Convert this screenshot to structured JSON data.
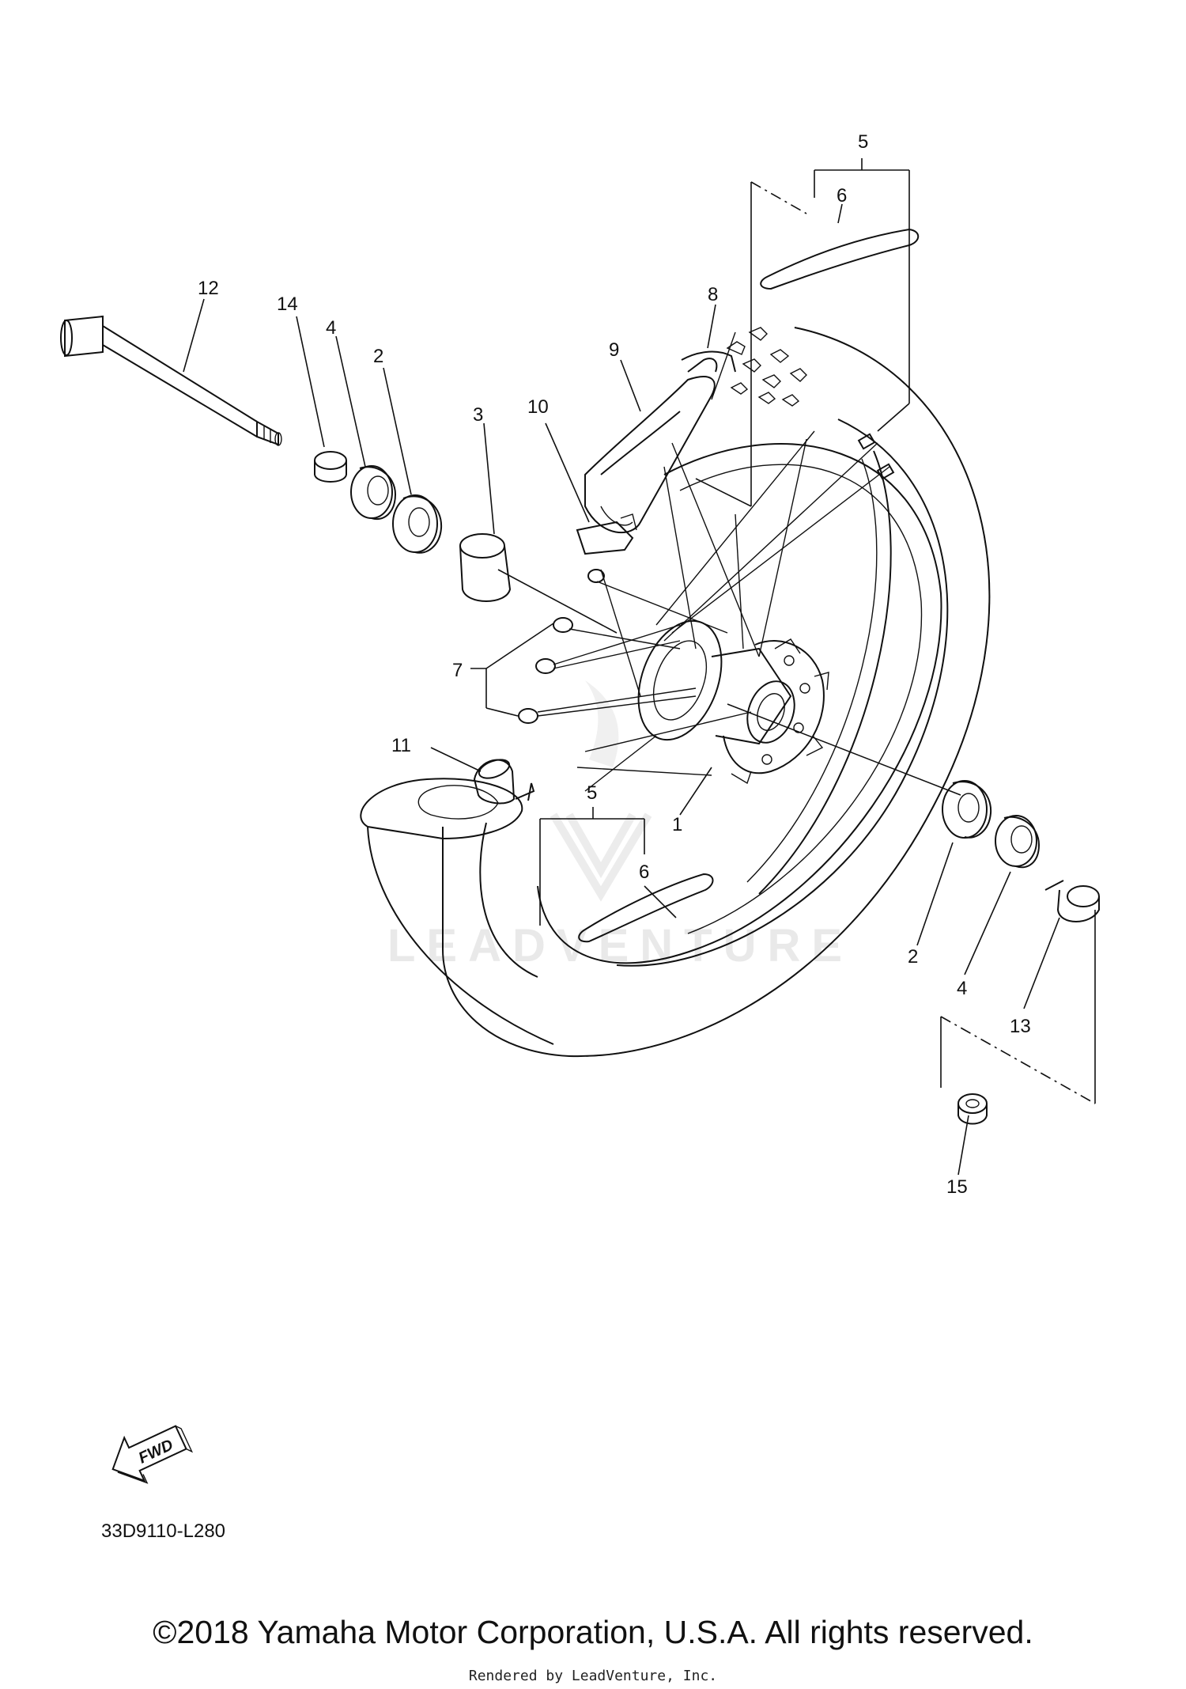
{
  "callouts": {
    "c1": "1",
    "c2a": "2",
    "c2b": "2",
    "c3": "3",
    "c4a": "4",
    "c4b": "4",
    "c5a": "5",
    "c5b": "5",
    "c6a": "6",
    "c6b": "6",
    "c7": "7",
    "c8": "8",
    "c9": "9",
    "c10": "10",
    "c11": "11",
    "c12": "12",
    "c13": "13",
    "c14": "14",
    "c15": "15"
  },
  "fwd_label": "FWD",
  "diagram_code": "33D9110-L280",
  "watermark_text": "LEADVENTURE",
  "copyright": "©2018 Yamaha Motor Corporation, U.S.A. All rights reserved.",
  "rendered_by": "Rendered by LeadVenture, Inc."
}
